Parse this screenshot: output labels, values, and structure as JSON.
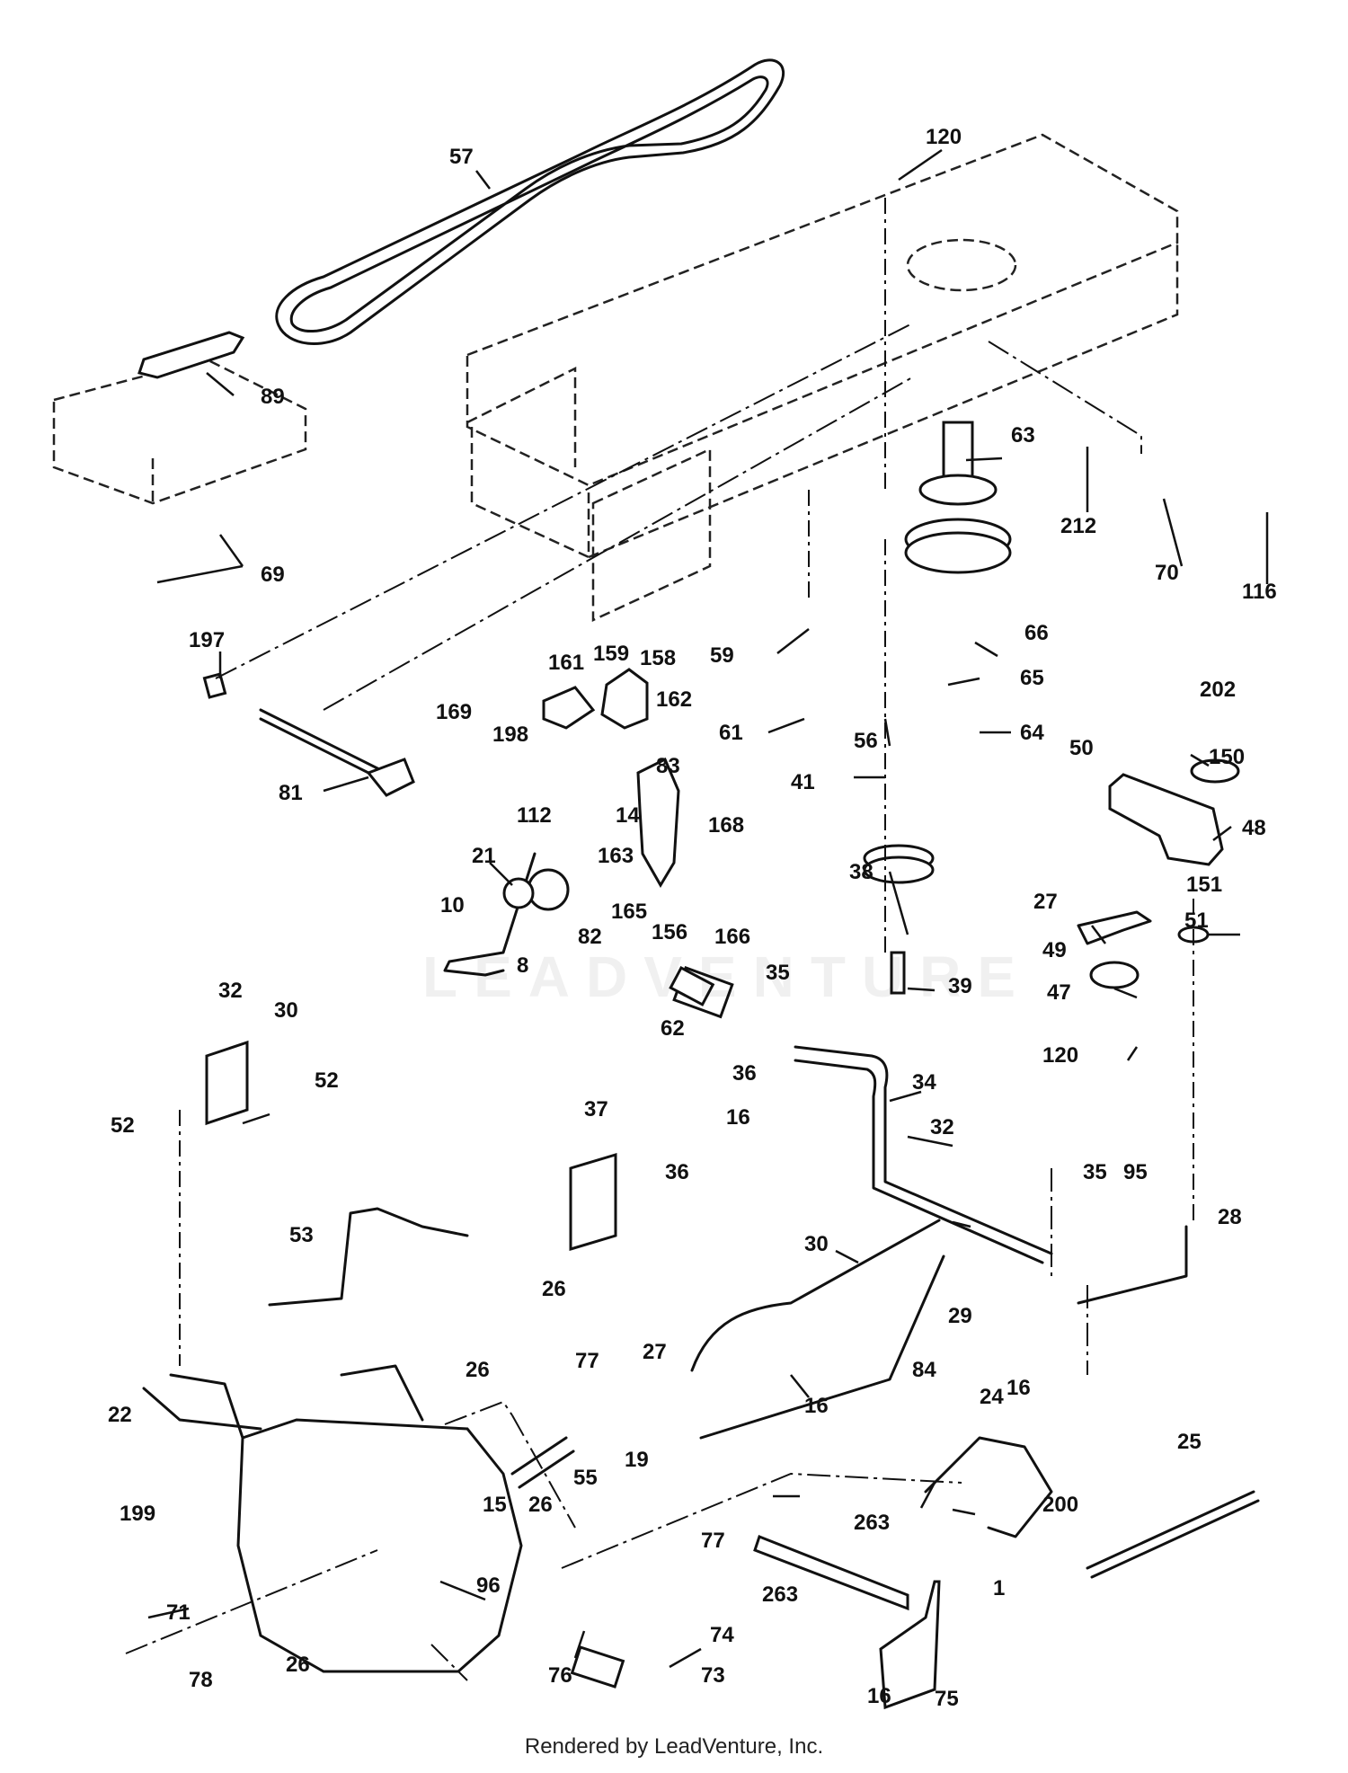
{
  "callouts": [
    {
      "id": "57",
      "text": "57"
    },
    {
      "id": "120a",
      "text": "120"
    },
    {
      "id": "89",
      "text": "89"
    },
    {
      "id": "69",
      "text": "69"
    },
    {
      "id": "63",
      "text": "63"
    },
    {
      "id": "212",
      "text": "212"
    },
    {
      "id": "70",
      "text": "70"
    },
    {
      "id": "116",
      "text": "116"
    },
    {
      "id": "197",
      "text": "197"
    },
    {
      "id": "161",
      "text": "161"
    },
    {
      "id": "159",
      "text": "159"
    },
    {
      "id": "158",
      "text": "158"
    },
    {
      "id": "59",
      "text": "59"
    },
    {
      "id": "66",
      "text": "66"
    },
    {
      "id": "162",
      "text": "162"
    },
    {
      "id": "169",
      "text": "169"
    },
    {
      "id": "198",
      "text": "198"
    },
    {
      "id": "65",
      "text": "65"
    },
    {
      "id": "61",
      "text": "61"
    },
    {
      "id": "202",
      "text": "202"
    },
    {
      "id": "56",
      "text": "56"
    },
    {
      "id": "64",
      "text": "64"
    },
    {
      "id": "50",
      "text": "50"
    },
    {
      "id": "150",
      "text": "150"
    },
    {
      "id": "81",
      "text": "81"
    },
    {
      "id": "83",
      "text": "83"
    },
    {
      "id": "14",
      "text": "14"
    },
    {
      "id": "41",
      "text": "41"
    },
    {
      "id": "112",
      "text": "112"
    },
    {
      "id": "48",
      "text": "48"
    },
    {
      "id": "21",
      "text": "21"
    },
    {
      "id": "163",
      "text": "163"
    },
    {
      "id": "168",
      "text": "168"
    },
    {
      "id": "38",
      "text": "38"
    },
    {
      "id": "27a",
      "text": "27"
    },
    {
      "id": "151",
      "text": "151"
    },
    {
      "id": "10",
      "text": "10"
    },
    {
      "id": "82",
      "text": "82"
    },
    {
      "id": "156",
      "text": "156"
    },
    {
      "id": "166",
      "text": "166"
    },
    {
      "id": "165",
      "text": "165"
    },
    {
      "id": "51",
      "text": "51"
    },
    {
      "id": "49",
      "text": "49"
    },
    {
      "id": "8",
      "text": "8"
    },
    {
      "id": "39",
      "text": "39"
    },
    {
      "id": "35a",
      "text": "35"
    },
    {
      "id": "47",
      "text": "47"
    },
    {
      "id": "32a",
      "text": "32"
    },
    {
      "id": "30a",
      "text": "30"
    },
    {
      "id": "62",
      "text": "62"
    },
    {
      "id": "120b",
      "text": "120"
    },
    {
      "id": "52a",
      "text": "52"
    },
    {
      "id": "36a",
      "text": "36"
    },
    {
      "id": "34",
      "text": "34"
    },
    {
      "id": "16a",
      "text": "16"
    },
    {
      "id": "52b",
      "text": "52"
    },
    {
      "id": "37",
      "text": "37"
    },
    {
      "id": "32b",
      "text": "32"
    },
    {
      "id": "36b",
      "text": "36"
    },
    {
      "id": "35b",
      "text": "35"
    },
    {
      "id": "95",
      "text": "95"
    },
    {
      "id": "53",
      "text": "53"
    },
    {
      "id": "28",
      "text": "28"
    },
    {
      "id": "30b",
      "text": "30"
    },
    {
      "id": "26a",
      "text": "26"
    },
    {
      "id": "29",
      "text": "29"
    },
    {
      "id": "27b",
      "text": "27"
    },
    {
      "id": "16b",
      "text": "16"
    },
    {
      "id": "26b",
      "text": "26"
    },
    {
      "id": "77a",
      "text": "77"
    },
    {
      "id": "22",
      "text": "22"
    },
    {
      "id": "16c",
      "text": "16"
    },
    {
      "id": "84",
      "text": "84"
    },
    {
      "id": "24",
      "text": "24"
    },
    {
      "id": "19",
      "text": "19"
    },
    {
      "id": "55",
      "text": "55"
    },
    {
      "id": "25",
      "text": "25"
    },
    {
      "id": "26c",
      "text": "26"
    },
    {
      "id": "15",
      "text": "15"
    },
    {
      "id": "199",
      "text": "199"
    },
    {
      "id": "200",
      "text": "200"
    },
    {
      "id": "263a",
      "text": "263"
    },
    {
      "id": "77b",
      "text": "77"
    },
    {
      "id": "96",
      "text": "96"
    },
    {
      "id": "71",
      "text": "71"
    },
    {
      "id": "263b",
      "text": "263"
    },
    {
      "id": "1",
      "text": "1"
    },
    {
      "id": "26d",
      "text": "26"
    },
    {
      "id": "78",
      "text": "78"
    },
    {
      "id": "74",
      "text": "74"
    },
    {
      "id": "76",
      "text": "76"
    },
    {
      "id": "73",
      "text": "73"
    },
    {
      "id": "16d",
      "text": "16"
    },
    {
      "id": "75",
      "text": "75"
    }
  ],
  "watermark_text": "LEADVENTURE",
  "credit_text": "Rendered by LeadVenture, Inc."
}
